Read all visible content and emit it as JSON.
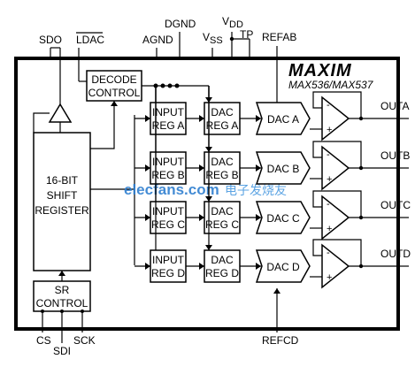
{
  "brand": {
    "logo": "MAXIM",
    "part_number": "MAX536/MAX537"
  },
  "pins": {
    "sdo": "SDO",
    "ldac": "LDAC",
    "agnd": "AGND",
    "dgnd": "DGND",
    "vss": "V",
    "vss_sub": "SS",
    "vdd": "V",
    "vdd_sub": "DD",
    "tp": "TP",
    "refab": "REFAB",
    "refcd": "REFCD",
    "cs": "CS",
    "sdi": "SDI",
    "sck": "SCK",
    "outa": "OUTA",
    "outb": "OUTB",
    "outc": "OUTC",
    "outd": "OUTD"
  },
  "blocks": {
    "decode": [
      "DECODE",
      "CONTROL"
    ],
    "shift": [
      "16-BIT",
      "SHIFT",
      "REGISTER"
    ],
    "sr": [
      "SR",
      "CONTROL"
    ],
    "input_regs": [
      [
        "INPUT",
        "REG A"
      ],
      [
        "INPUT",
        "REG B"
      ],
      [
        "INPUT",
        "REG C"
      ],
      [
        "INPUT",
        "REG D"
      ]
    ],
    "dac_regs": [
      [
        "DAC",
        "REG A"
      ],
      [
        "DAC",
        "REG B"
      ],
      [
        "DAC",
        "REG C"
      ],
      [
        "DAC",
        "REG D"
      ]
    ],
    "dacs": [
      "DAC A",
      "DAC B",
      "DAC C",
      "DAC D"
    ],
    "opamp_minus": "-",
    "opamp_plus": "+"
  },
  "watermark": {
    "site": "elecfans.com",
    "cn": "电子发烧友"
  },
  "colors": {
    "line": "#000000",
    "background": "#ffffff",
    "watermark": "#2f7fd0"
  }
}
